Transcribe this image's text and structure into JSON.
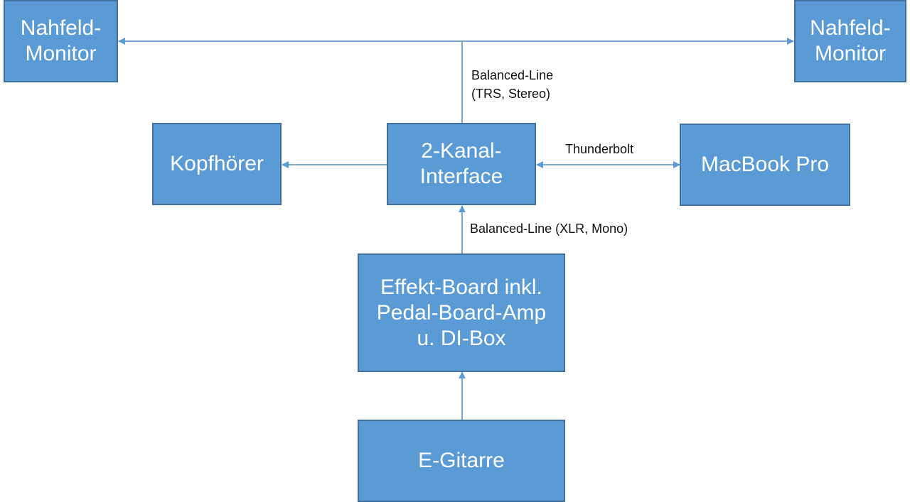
{
  "diagram": {
    "colors": {
      "node_fill": "#5b9bd5",
      "node_border": "#41719c",
      "connector": "#7ba7cf",
      "node_text": "#ffffff",
      "label_text": "#111111"
    },
    "nodes": {
      "monitor_left": "Nahfeld-\nMonitor",
      "monitor_right": "Nahfeld-\nMonitor",
      "headphones": "Kopfhörer",
      "interface": "2-Kanal-\nInterface",
      "macbook": "MacBook Pro",
      "effects": "Effekt-Board inkl.\nPedal-Board-Amp\nu. DI-Box",
      "guitar": "E-Gitarre"
    },
    "edge_labels": {
      "monitors": "Balanced-Line\n (TRS, Stereo)",
      "thunderbolt": "Thunderbolt",
      "xlr": "Balanced-Line (XLR, Mono)"
    },
    "edges": [
      {
        "from": "interface",
        "to": "monitor_left",
        "label": "Balanced-Line (TRS, Stereo)"
      },
      {
        "from": "interface",
        "to": "monitor_right",
        "label": "Balanced-Line (TRS, Stereo)"
      },
      {
        "from": "interface",
        "to": "headphones",
        "label": ""
      },
      {
        "from": "interface",
        "to": "macbook",
        "label": "Thunderbolt",
        "bidirectional": true
      },
      {
        "from": "effects",
        "to": "interface",
        "label": "Balanced-Line (XLR, Mono)"
      },
      {
        "from": "guitar",
        "to": "effects",
        "label": ""
      }
    ]
  }
}
